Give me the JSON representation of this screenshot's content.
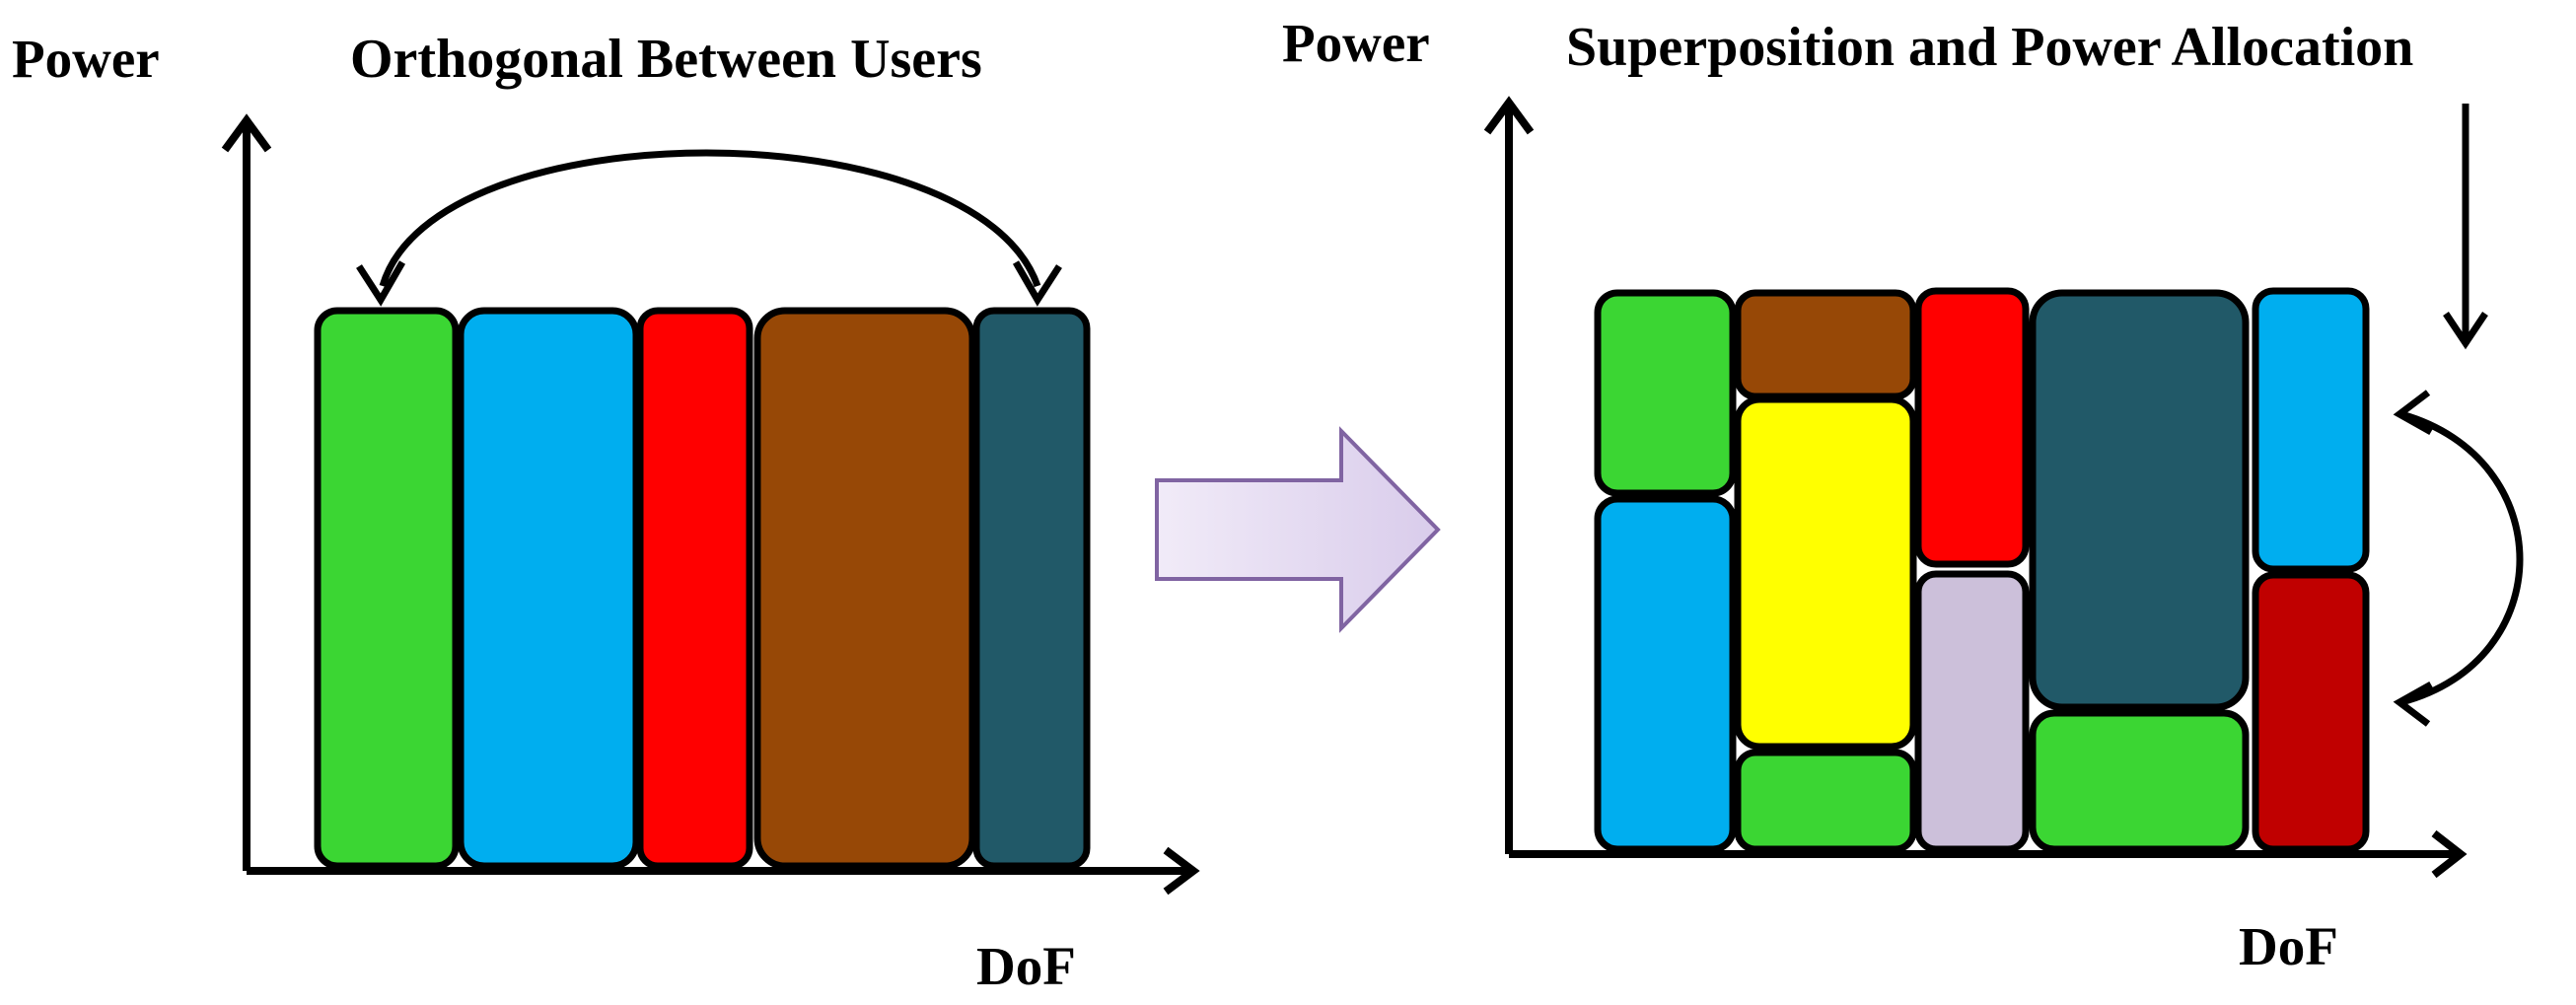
{
  "left_panel": {
    "title": "Orthogonal Between Users",
    "y_axis_label": "Power",
    "x_axis_label": "DoF",
    "blocks": [
      {
        "name": "green-block",
        "color": "#3bd633"
      },
      {
        "name": "blue-block",
        "color": "#00aeef"
      },
      {
        "name": "red-block",
        "color": "#ff0000"
      },
      {
        "name": "brown-block",
        "color": "#974806"
      },
      {
        "name": "dark-teal-block",
        "color": "#215968"
      }
    ]
  },
  "right_panel": {
    "title": "Superposition and Power Allocation",
    "y_axis_label": "Power",
    "x_axis_label": "DoF",
    "blocks": [
      {
        "name": "green-top-block",
        "color": "#3bd633"
      },
      {
        "name": "blue-bottom-block",
        "color": "#00aeef"
      },
      {
        "name": "brown-top-block",
        "color": "#974806"
      },
      {
        "name": "yellow-block",
        "color": "#ffff00"
      },
      {
        "name": "green-small-block",
        "color": "#3bd633"
      },
      {
        "name": "red-top-block",
        "color": "#ff0000"
      },
      {
        "name": "lavender-block",
        "color": "#ccc0da"
      },
      {
        "name": "dark-teal-block",
        "color": "#215968"
      },
      {
        "name": "green-bottom-block",
        "color": "#3bd633"
      },
      {
        "name": "blue-top-block",
        "color": "#00aeef"
      },
      {
        "name": "dark-red-block",
        "color": "#c00000"
      }
    ]
  },
  "transition_arrow": {
    "fill": "#e2d6f0",
    "stroke": "#8064a2"
  },
  "colors": {
    "outline": "#000000",
    "axis": "#000000"
  }
}
